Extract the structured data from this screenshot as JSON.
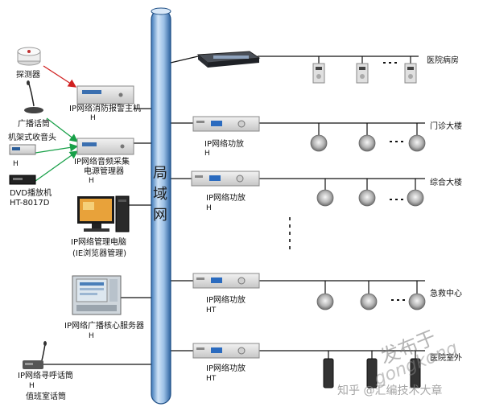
{
  "lan": {
    "chars": [
      "局",
      "域",
      "网"
    ]
  },
  "left_devices": {
    "detector": "探测器",
    "fire_alarm_host": [
      "IP网络消防报警主机",
      "H"
    ],
    "broadcast_mic": "广播话筒",
    "rack_tuner": "机架式收音头",
    "rack_tuner_model": "H",
    "audio_capture": [
      "IP网络音频采集",
      "电源管理器",
      "H"
    ],
    "dvd_player": [
      "DVD播放机",
      "HT-8017D"
    ],
    "mgmt_pc": [
      "IP网络管理电脑",
      "(IE浏览器管理)"
    ],
    "core_server": [
      "IP网络广播核心服务器",
      "H"
    ],
    "paging_mic": [
      "IP网络寻呼话筒",
      "H"
    ],
    "duty_mic": "值班室话筒"
  },
  "zones": [
    {
      "name": "医院病房"
    },
    {
      "name": "门诊大楼",
      "amp": [
        "IP网络功放",
        "H"
      ]
    },
    {
      "name": "综合大楼",
      "amp": [
        "IP网络功放",
        "H"
      ]
    },
    {
      "name": "急救中心",
      "amp": [
        "IP网络功放",
        "HT"
      ]
    },
    {
      "name": "医院室外",
      "amp": [
        "IP网络功放",
        "HT"
      ]
    }
  ],
  "watermark": {
    "brand": "发布于",
    "brand_en": "gongkong",
    "source": "知乎 @汇编技术大章"
  }
}
